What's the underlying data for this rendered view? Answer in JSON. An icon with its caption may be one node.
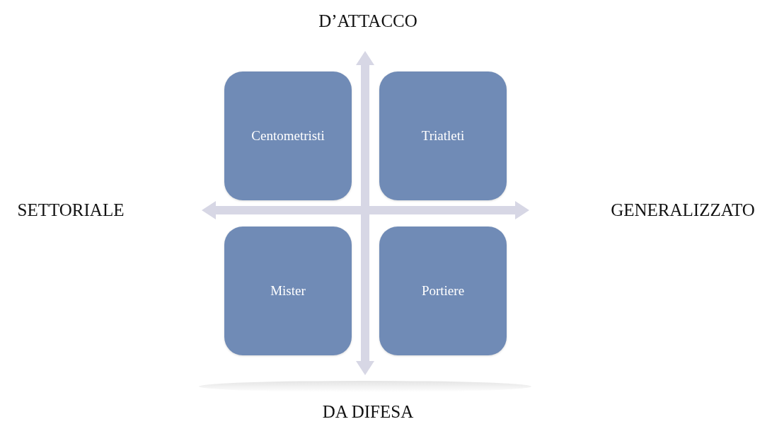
{
  "diagram": {
    "nodes": [
      {
        "text": [
          "Centometristi"
        ]
      },
      {
        "text": [
          "Triatleti"
        ]
      },
      {
        "text": [
          "Mister"
        ]
      },
      {
        "text": [
          "Portiere"
        ]
      }
    ],
    "edges": [],
    "labels": [
      "D’ATTACCO",
      "SETTORIALE",
      "GENERALIZZATO",
      "DA DIFESA"
    ]
  }
}
